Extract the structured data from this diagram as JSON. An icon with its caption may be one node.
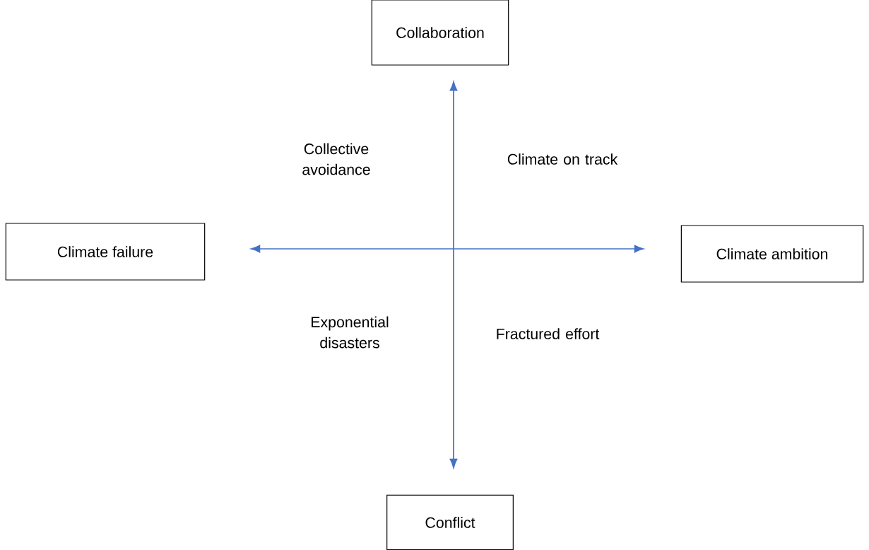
{
  "diagram": {
    "nodes": [
      {
        "text": [
          "Collaboration"
        ]
      },
      {
        "text": [
          "Climate failure"
        ]
      },
      {
        "text": [
          "Climate ambition"
        ]
      },
      {
        "text": [
          "Conflict"
        ]
      }
    ],
    "edges": [
      {
        "from": 0,
        "to": 3,
        "arrow": "both"
      },
      {
        "from": 1,
        "to": 2,
        "arrow": "both"
      }
    ],
    "labels": [
      "Collective avoidance",
      "Climate on track",
      "Exponential disasters",
      "Fractured effort"
    ]
  }
}
